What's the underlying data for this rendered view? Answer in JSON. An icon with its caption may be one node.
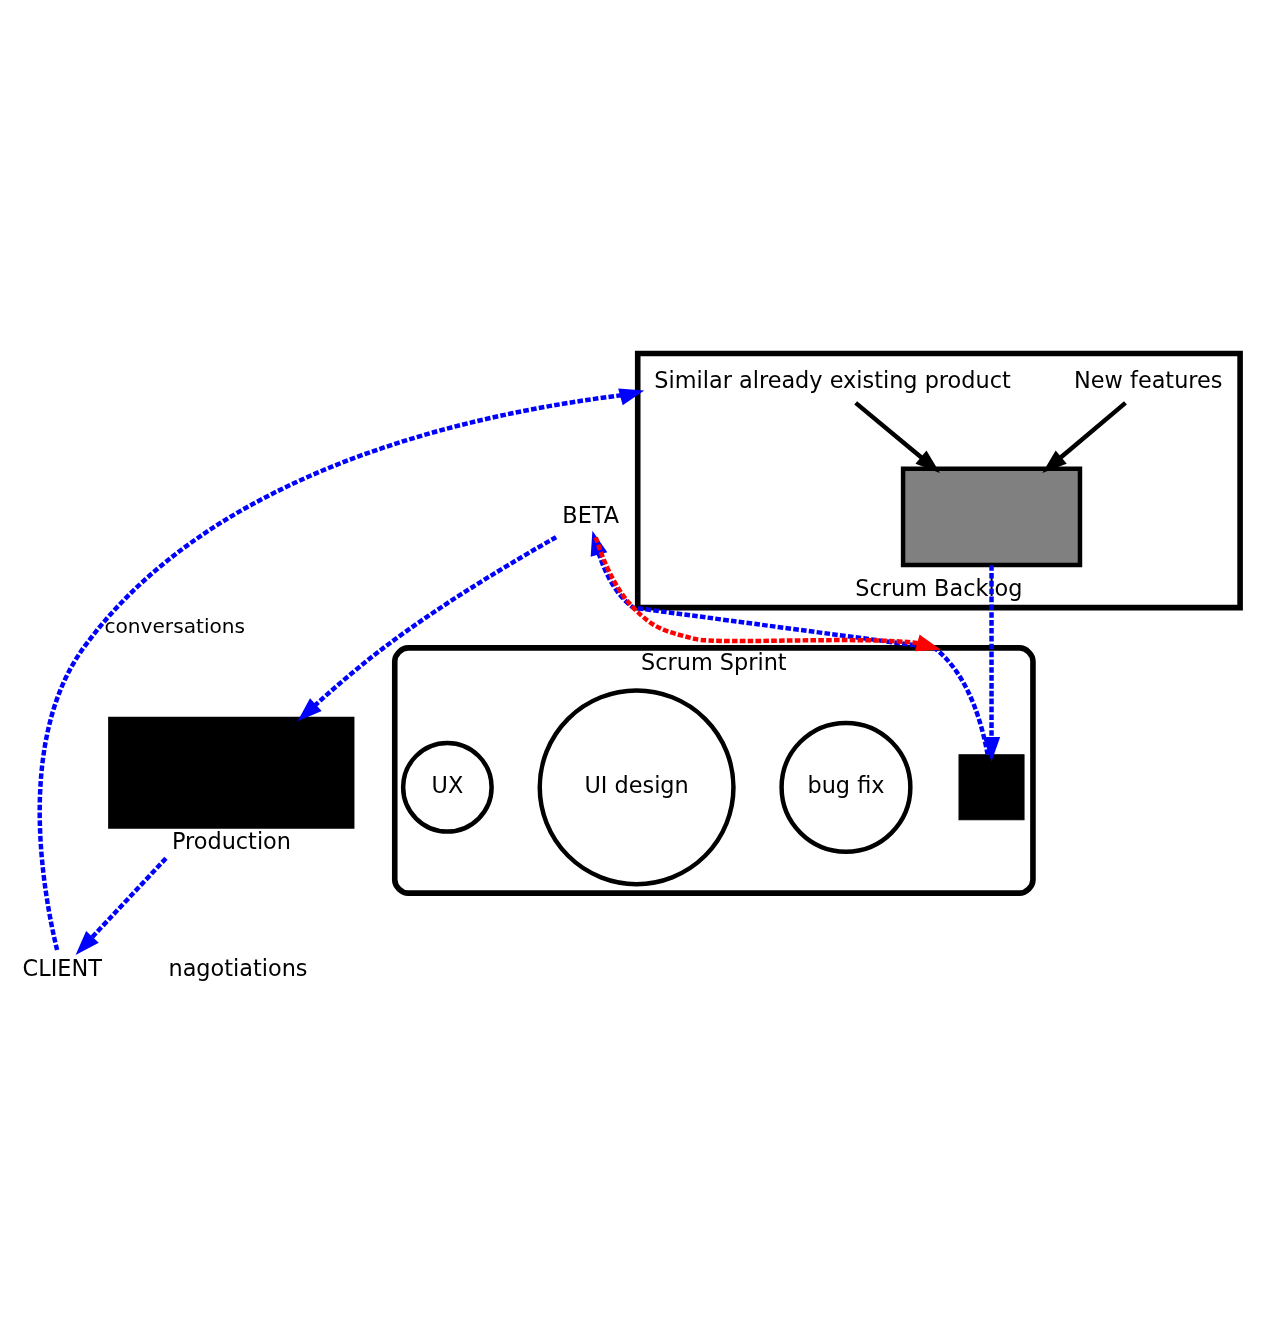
{
  "diagram": {
    "nodes": [
      {
        "text": [
          "CLIENT"
        ]
      },
      {
        "text": [
          "Scrum Backlog"
        ]
      },
      {
        "text": [
          "Similar already existing product"
        ],
        "in": 1
      },
      {
        "text": [
          "New features"
        ],
        "in": 1
      },
      {
        "text": [],
        "shape": "box",
        "in": 1
      },
      {
        "text": [
          "Scrum Sprint"
        ]
      },
      {
        "text": [],
        "shape": "box",
        "in": 5
      },
      {
        "text": [
          "bug fix"
        ],
        "in": 5
      },
      {
        "text": [
          "UI design"
        ],
        "in": 5
      },
      {
        "text": [
          "UX"
        ],
        "in": 5
      },
      {
        "text": [
          "Production"
        ]
      },
      {
        "text": [
          "BETA"
        ]
      }
    ],
    "edges": [
      {
        "from": 0,
        "to": 1,
        "arrow": "to",
        "style": "dashed",
        "label": "conversations"
      },
      {
        "from": 2,
        "to": 4,
        "arrow": "to",
        "color": "#000000"
      },
      {
        "from": 3,
        "to": 4,
        "arrow": "to",
        "color": "#000000"
      },
      {
        "from": 4,
        "to": 6,
        "arrow": "to",
        "style": "dashed"
      },
      {
        "from": 6,
        "to": 11,
        "arrow": "to",
        "style": "dashed"
      },
      {
        "from": 11,
        "to": 10,
        "arrow": "to",
        "style": "dashed"
      },
      {
        "from": 11,
        "to": 5,
        "arrow": "to",
        "style": "dashed",
        "color": "#ff0000"
      },
      {
        "from": 10,
        "to": 0,
        "arrow": "to",
        "style": "dashed"
      }
    ],
    "labels": [
      "nagotiations"
    ]
  }
}
